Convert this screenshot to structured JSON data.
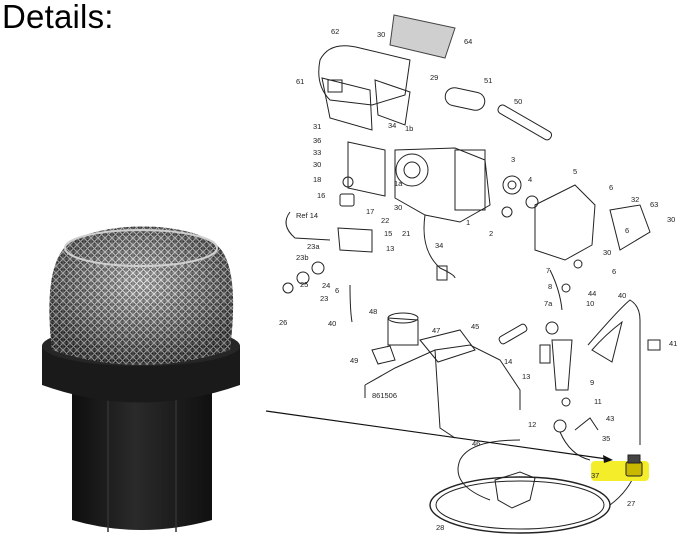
{
  "heading": "Details:",
  "diagram": {
    "labels": [
      {
        "text": "62"
      },
      {
        "text": "30"
      },
      {
        "text": "64"
      },
      {
        "text": "61"
      },
      {
        "text": "29"
      },
      {
        "text": "51"
      },
      {
        "text": "50"
      },
      {
        "text": "31"
      },
      {
        "text": "34"
      },
      {
        "text": "1b"
      },
      {
        "text": "36"
      },
      {
        "text": "33"
      },
      {
        "text": "30"
      },
      {
        "text": "1a"
      },
      {
        "text": "3"
      },
      {
        "text": "4"
      },
      {
        "text": "5"
      },
      {
        "text": "6"
      },
      {
        "text": "18"
      },
      {
        "text": "16"
      },
      {
        "text": "30"
      },
      {
        "text": "17"
      },
      {
        "text": "22"
      },
      {
        "text": "15"
      },
      {
        "text": "Ref 14"
      },
      {
        "text": "21"
      },
      {
        "text": "1"
      },
      {
        "text": "2"
      },
      {
        "text": "32"
      },
      {
        "text": "63"
      },
      {
        "text": "30"
      },
      {
        "text": "6"
      },
      {
        "text": "30"
      },
      {
        "text": "23a"
      },
      {
        "text": "13"
      },
      {
        "text": "34"
      },
      {
        "text": "23b"
      },
      {
        "text": "7"
      },
      {
        "text": "6"
      },
      {
        "text": "8"
      },
      {
        "text": "44"
      },
      {
        "text": "25"
      },
      {
        "text": "24"
      },
      {
        "text": "23"
      },
      {
        "text": "6"
      },
      {
        "text": "7a"
      },
      {
        "text": "40"
      },
      {
        "text": "26"
      },
      {
        "text": "40"
      },
      {
        "text": "48"
      },
      {
        "text": "10"
      },
      {
        "text": "47"
      },
      {
        "text": "45"
      },
      {
        "text": "41"
      },
      {
        "text": "49"
      },
      {
        "text": "14"
      },
      {
        "text": "13"
      },
      {
        "text": "9"
      },
      {
        "text": "861506"
      },
      {
        "text": "11"
      },
      {
        "text": "12"
      },
      {
        "text": "43"
      },
      {
        "text": "35"
      },
      {
        "text": "46"
      },
      {
        "text": "37"
      },
      {
        "text": "28"
      },
      {
        "text": "27"
      }
    ]
  },
  "colors": {
    "highlight": "#f4ee2a",
    "arrow": "#111111",
    "filter_body": "#1a1a1a",
    "mesh": "#9a9a9a"
  }
}
